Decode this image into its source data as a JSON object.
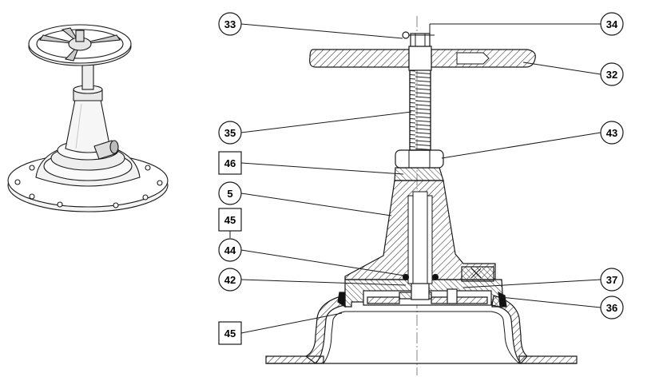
{
  "figure": {
    "stroke": "#1a1a1a",
    "background": "#ffffff",
    "hatch_color": "#333333"
  },
  "callouts": [
    {
      "id": "c33",
      "label": "33",
      "shape": "circle"
    },
    {
      "id": "c34",
      "label": "34",
      "shape": "circle"
    },
    {
      "id": "c32",
      "label": "32",
      "shape": "circle"
    },
    {
      "id": "c35",
      "label": "35",
      "shape": "circle"
    },
    {
      "id": "c43",
      "label": "43",
      "shape": "circle"
    },
    {
      "id": "c46",
      "label": "46",
      "shape": "square"
    },
    {
      "id": "c5",
      "label": "5",
      "shape": "circle"
    },
    {
      "id": "c45a",
      "label": "45",
      "shape": "square"
    },
    {
      "id": "c44",
      "label": "44",
      "shape": "circle"
    },
    {
      "id": "c42",
      "label": "42",
      "shape": "circle"
    },
    {
      "id": "c37",
      "label": "37",
      "shape": "circle"
    },
    {
      "id": "c36",
      "label": "36",
      "shape": "circle"
    },
    {
      "id": "c45b",
      "label": "45",
      "shape": "square"
    }
  ]
}
